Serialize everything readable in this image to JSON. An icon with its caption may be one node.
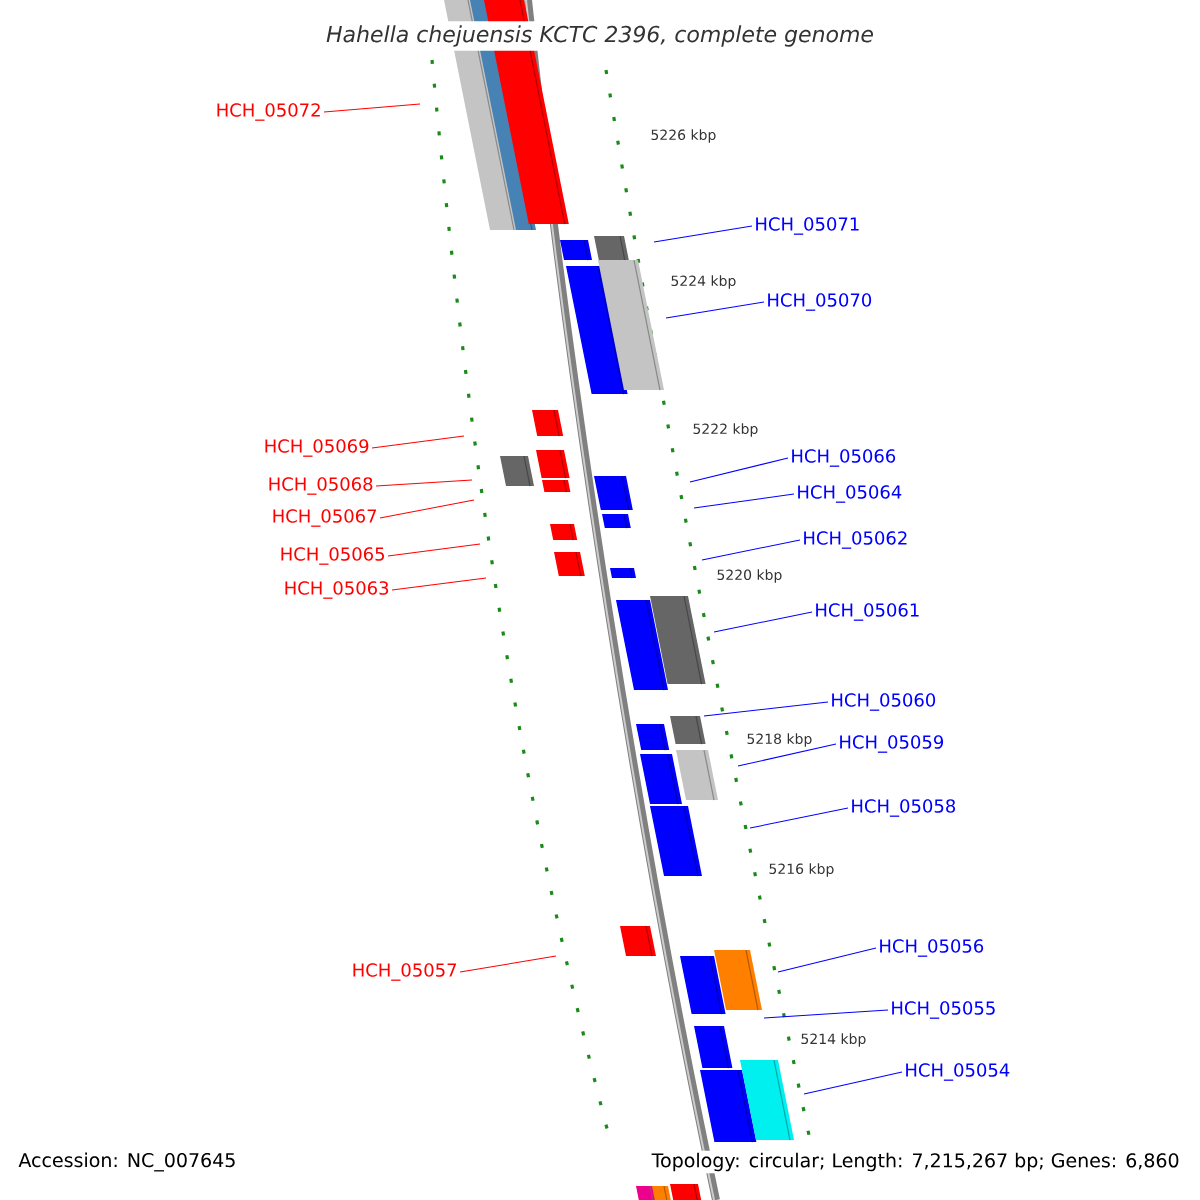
{
  "diagram": {
    "title": "Hahella chejuensis KCTC 2396, complete genome",
    "nodes": [
      {
        "text": [
          "HCH_05072"
        ]
      },
      {
        "text": [
          "HCH_05071"
        ]
      },
      {
        "text": [
          "HCH_05070"
        ]
      },
      {
        "text": [
          "HCH_05069"
        ]
      },
      {
        "text": [
          "HCH_05066"
        ]
      },
      {
        "text": [
          "HCH_05068"
        ]
      },
      {
        "text": [
          "HCH_05064"
        ]
      },
      {
        "text": [
          "HCH_05067"
        ]
      },
      {
        "text": [
          "HCH_05062"
        ]
      },
      {
        "text": [
          "HCH_05065"
        ]
      },
      {
        "text": [
          "HCH_05063"
        ]
      },
      {
        "text": [
          "HCH_05061"
        ]
      },
      {
        "text": [
          "HCH_05060"
        ]
      },
      {
        "text": [
          "HCH_05059"
        ]
      },
      {
        "text": [
          "HCH_05058"
        ]
      },
      {
        "text": [
          "HCH_05056"
        ]
      },
      {
        "text": [
          "HCH_05057"
        ]
      },
      {
        "text": [
          "HCH_05055"
        ]
      },
      {
        "text": [
          "HCH_05054"
        ]
      }
    ],
    "edges": [
      {
        "from": 0,
        "to": null,
        "arrow": "none",
        "color": "#ff0000"
      },
      {
        "from": 1,
        "to": null,
        "arrow": "none"
      },
      {
        "from": 2,
        "to": null,
        "arrow": "none"
      },
      {
        "from": 3,
        "to": null,
        "arrow": "none",
        "color": "#ff0000"
      },
      {
        "from": 4,
        "to": null,
        "arrow": "none"
      },
      {
        "from": 5,
        "to": null,
        "arrow": "none",
        "color": "#ff0000"
      },
      {
        "from": 6,
        "to": null,
        "arrow": "none"
      },
      {
        "from": 7,
        "to": null,
        "arrow": "none",
        "color": "#ff0000"
      },
      {
        "from": 8,
        "to": null,
        "arrow": "none"
      },
      {
        "from": 9,
        "to": null,
        "arrow": "none",
        "color": "#ff0000"
      },
      {
        "from": 10,
        "to": null,
        "arrow": "none",
        "color": "#ff0000"
      },
      {
        "from": 11,
        "to": null,
        "arrow": "none"
      },
      {
        "from": 12,
        "to": null,
        "arrow": "none"
      },
      {
        "from": 13,
        "to": null,
        "arrow": "none"
      },
      {
        "from": 14,
        "to": null,
        "arrow": "none"
      },
      {
        "from": 15,
        "to": null,
        "arrow": "none"
      },
      {
        "from": 16,
        "to": null,
        "arrow": "none",
        "color": "#ff0000"
      },
      {
        "from": 17,
        "to": null,
        "arrow": "none"
      },
      {
        "from": 18,
        "to": null,
        "arrow": "none"
      }
    ],
    "labels": [
      "5226 kbp",
      "5224 kbp",
      "5222 kbp",
      "5220 kbp",
      "5218 kbp",
      "5216 kbp",
      "5214 kbp",
      "Accession: NC_007645",
      "Topology: circular; Length: 7,215,267 bp; Genes: 6,860"
    ]
  }
}
